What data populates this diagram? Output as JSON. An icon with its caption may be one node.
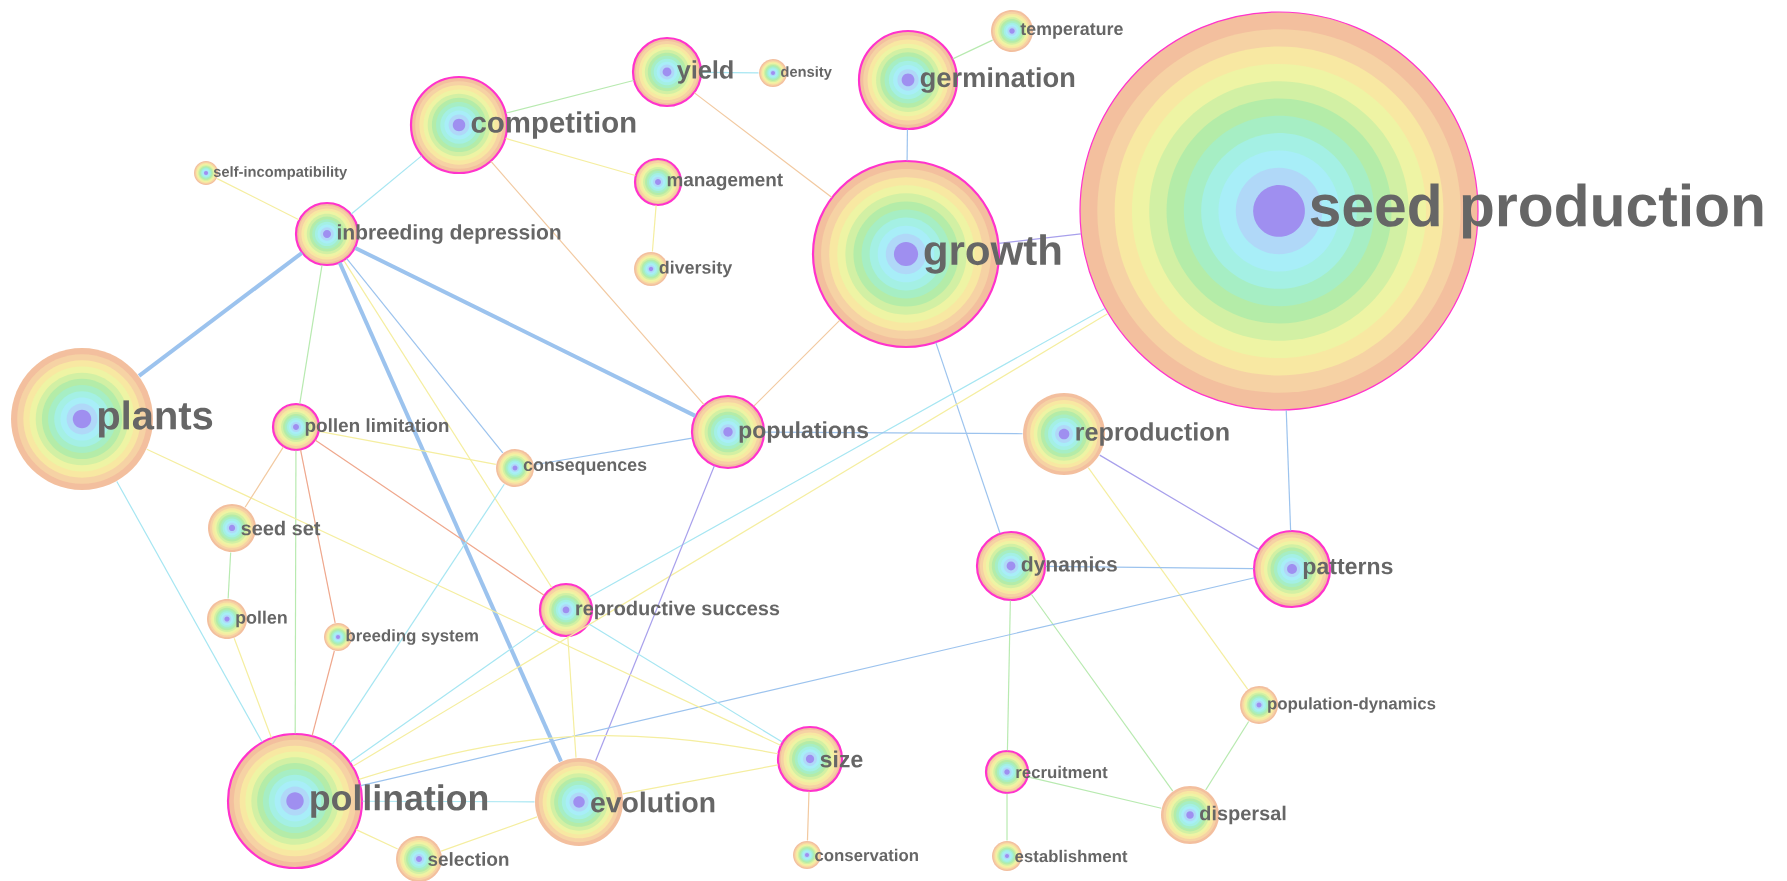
{
  "diagram": {
    "nodes": [
      {
        "text": [
          "seed production"
        ]
      },
      {
        "text": [
          "growth"
        ]
      },
      {
        "text": [
          "germination"
        ]
      },
      {
        "text": [
          "temperature"
        ]
      },
      {
        "text": [
          "yield"
        ]
      },
      {
        "text": [
          "density"
        ]
      },
      {
        "text": [
          "competition"
        ]
      },
      {
        "text": [
          "management"
        ]
      },
      {
        "text": [
          "diversity"
        ]
      },
      {
        "text": [
          "self-incompatibility"
        ]
      },
      {
        "text": [
          "inbreeding depression"
        ]
      },
      {
        "text": [
          "plants"
        ]
      },
      {
        "text": [
          "pollen limitation"
        ]
      },
      {
        "text": [
          "consequences"
        ]
      },
      {
        "text": [
          "populations"
        ]
      },
      {
        "text": [
          "reproduction"
        ]
      },
      {
        "text": [
          "seed set"
        ]
      },
      {
        "text": [
          "pollen"
        ]
      },
      {
        "text": [
          "breeding system"
        ]
      },
      {
        "text": [
          "reproductive success"
        ]
      },
      {
        "text": [
          "dynamics"
        ]
      },
      {
        "text": [
          "patterns"
        ]
      },
      {
        "text": [
          "population-dynamics"
        ]
      },
      {
        "text": [
          "pollination"
        ]
      },
      {
        "text": [
          "evolution"
        ]
      },
      {
        "text": [
          "size"
        ]
      },
      {
        "text": [
          "selection"
        ]
      },
      {
        "text": [
          "conservation"
        ]
      },
      {
        "text": [
          "recruitment"
        ]
      },
      {
        "text": [
          "establishment"
        ]
      },
      {
        "text": [
          "dispersal"
        ]
      }
    ],
    "edges": [
      {
        "from": 4,
        "to": 5,
        "arrow": "none",
        "color": "#a6e6f2"
      },
      {
        "from": 2,
        "to": 3,
        "arrow": "none",
        "color": "#b8eab0"
      },
      {
        "from": 2,
        "to": 1,
        "arrow": "none",
        "color": "#9cc3ee"
      },
      {
        "from": 1,
        "to": 0,
        "arrow": "none",
        "color": "#a8a0ec"
      },
      {
        "from": 6,
        "to": 4,
        "arrow": "none",
        "color": "#b8eab0"
      },
      {
        "from": 4,
        "to": 1,
        "arrow": "none",
        "color": "#f2c9a0"
      },
      {
        "from": 6,
        "to": 7,
        "arrow": "none",
        "color": "#f5eea0"
      },
      {
        "from": 7,
        "to": 8,
        "arrow": "none",
        "color": "#f5eea0"
      },
      {
        "from": 6,
        "to": 14,
        "arrow": "none",
        "color": "#f2c9a0"
      },
      {
        "from": 10,
        "to": 6,
        "arrow": "none",
        "color": "#a6e6f2"
      },
      {
        "from": 9,
        "to": 10,
        "arrow": "none",
        "color": "#f5eea0"
      },
      {
        "from": 10,
        "to": 11,
        "arrow": "none",
        "style": "thick",
        "color": "#9cc3ee"
      },
      {
        "from": 10,
        "to": 14,
        "arrow": "none",
        "style": "thick",
        "color": "#9cc3ee"
      },
      {
        "from": 10,
        "to": 12,
        "arrow": "none",
        "color": "#b8eab0"
      },
      {
        "from": 12,
        "to": 23,
        "arrow": "none",
        "color": "#b8eab0"
      },
      {
        "from": 10,
        "to": 24,
        "arrow": "none",
        "style": "thick",
        "color": "#9cc3ee"
      },
      {
        "from": 10,
        "to": 13,
        "arrow": "none",
        "color": "#9cc3ee"
      },
      {
        "from": 10,
        "to": 19,
        "arrow": "none",
        "color": "#f5eea0"
      },
      {
        "from": 1,
        "to": 14,
        "arrow": "none",
        "color": "#f2c9a0"
      },
      {
        "from": 1,
        "to": 20,
        "arrow": "none",
        "color": "#9cc3ee"
      },
      {
        "from": 0,
        "to": 21,
        "arrow": "none",
        "color": "#9cc3ee"
      },
      {
        "from": 19,
        "to": 0,
        "arrow": "none",
        "color": "#a6e6f2"
      },
      {
        "from": 23,
        "to": 0,
        "arrow": "none",
        "color": "#f5eea0"
      },
      {
        "from": 14,
        "to": 13,
        "arrow": "none",
        "color": "#9cc3ee"
      },
      {
        "from": 14,
        "to": 15,
        "arrow": "none",
        "color": "#9cc3ee"
      },
      {
        "from": 14,
        "to": 24,
        "arrow": "none",
        "color": "#a8a0ec"
      },
      {
        "from": 15,
        "to": 21,
        "arrow": "none",
        "color": "#a8a0ec"
      },
      {
        "from": 15,
        "to": 22,
        "arrow": "none",
        "color": "#f5eea0"
      },
      {
        "from": 20,
        "to": 21,
        "arrow": "none",
        "color": "#9cc3ee"
      },
      {
        "from": 20,
        "to": 28,
        "arrow": "none",
        "color": "#b8eab0"
      },
      {
        "from": 20,
        "to": 30,
        "arrow": "none",
        "color": "#b8eab0"
      },
      {
        "from": 28,
        "to": 29,
        "arrow": "none",
        "color": "#b8eab0"
      },
      {
        "from": 28,
        "to": 30,
        "arrow": "none",
        "color": "#b8eab0"
      },
      {
        "from": 22,
        "to": 30,
        "arrow": "none",
        "color": "#b8eab0"
      },
      {
        "from": 21,
        "to": 23,
        "arrow": "none",
        "color": "#9cc3ee"
      },
      {
        "from": 25,
        "to": 27,
        "arrow": "none",
        "color": "#f2c9a0"
      },
      {
        "from": 11,
        "to": 23,
        "arrow": "none",
        "color": "#a6e6f2"
      },
      {
        "from": 11,
        "to": 25,
        "arrow": "none",
        "color": "#f5eea0"
      },
      {
        "from": 12,
        "to": 16,
        "arrow": "none",
        "color": "#f2c9a0"
      },
      {
        "from": 12,
        "to": 18,
        "arrow": "none",
        "color": "#efa78c"
      },
      {
        "from": 18,
        "to": 23,
        "arrow": "none",
        "color": "#efa78c"
      },
      {
        "from": 12,
        "to": 19,
        "arrow": "none",
        "color": "#efa78c"
      },
      {
        "from": 12,
        "to": 13,
        "arrow": "none",
        "color": "#f5eea0"
      },
      {
        "from": 16,
        "to": 17,
        "arrow": "none",
        "color": "#b8eab0"
      },
      {
        "from": 17,
        "to": 23,
        "arrow": "none",
        "color": "#f5eea0"
      },
      {
        "from": 13,
        "to": 23,
        "arrow": "none",
        "color": "#a6e6f2"
      },
      {
        "from": 19,
        "to": 23,
        "arrow": "none",
        "color": "#a6e6f2"
      },
      {
        "from": 19,
        "to": 24,
        "arrow": "none",
        "color": "#f5eea0"
      },
      {
        "from": 19,
        "to": 25,
        "arrow": "none",
        "color": "#a6e6f2"
      },
      {
        "from": 23,
        "to": 24,
        "arrow": "none",
        "color": "#a6e6f2"
      },
      {
        "from": 23,
        "to": 25,
        "arrow": "none",
        "color": "#f5eea0"
      },
      {
        "from": 23,
        "to": 26,
        "arrow": "none",
        "color": "#f5eea0"
      },
      {
        "from": 26,
        "to": 24,
        "arrow": "none",
        "color": "#f5eea0"
      },
      {
        "from": 24,
        "to": 25,
        "arrow": "none",
        "color": "#f5eea0"
      }
    ]
  }
}
